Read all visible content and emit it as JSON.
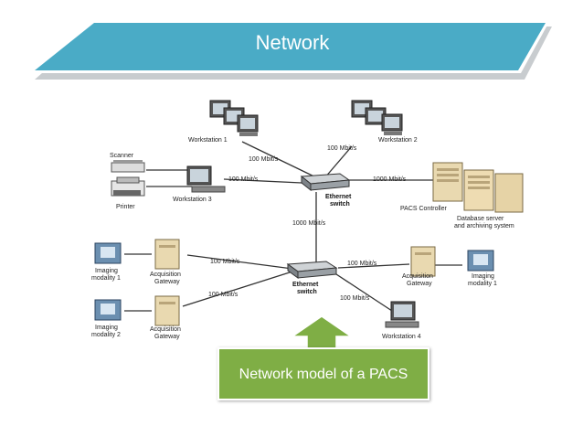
{
  "slide": {
    "title": "Network",
    "callout": "Network model of a PACS",
    "colors": {
      "banner": "#4aabc6",
      "callout": "#7fae45"
    }
  },
  "diagram": {
    "nodes": {
      "workstation1": "Workstation 1",
      "workstation2": "Workstation 2",
      "workstation3": "Workstation 3",
      "workstation4": "Workstation 4",
      "scanner": "Scanner",
      "printer": "Printer",
      "switch_line1": "Ethernet",
      "switch_line2": "switch",
      "pacs_controller": "PACS Controller",
      "database_line1": "Database server",
      "database_line2": "and archiving system",
      "gateway_line1": "Acquisition",
      "gateway_line2": "Gateway",
      "imaging_line1": "Imaging",
      "imaging1_line2": "modality 1",
      "imaging2_line2": "modality 2"
    },
    "links": {
      "speed_100": "100 Mbit/s",
      "speed_1000": "1000 Mbit/s"
    }
  }
}
